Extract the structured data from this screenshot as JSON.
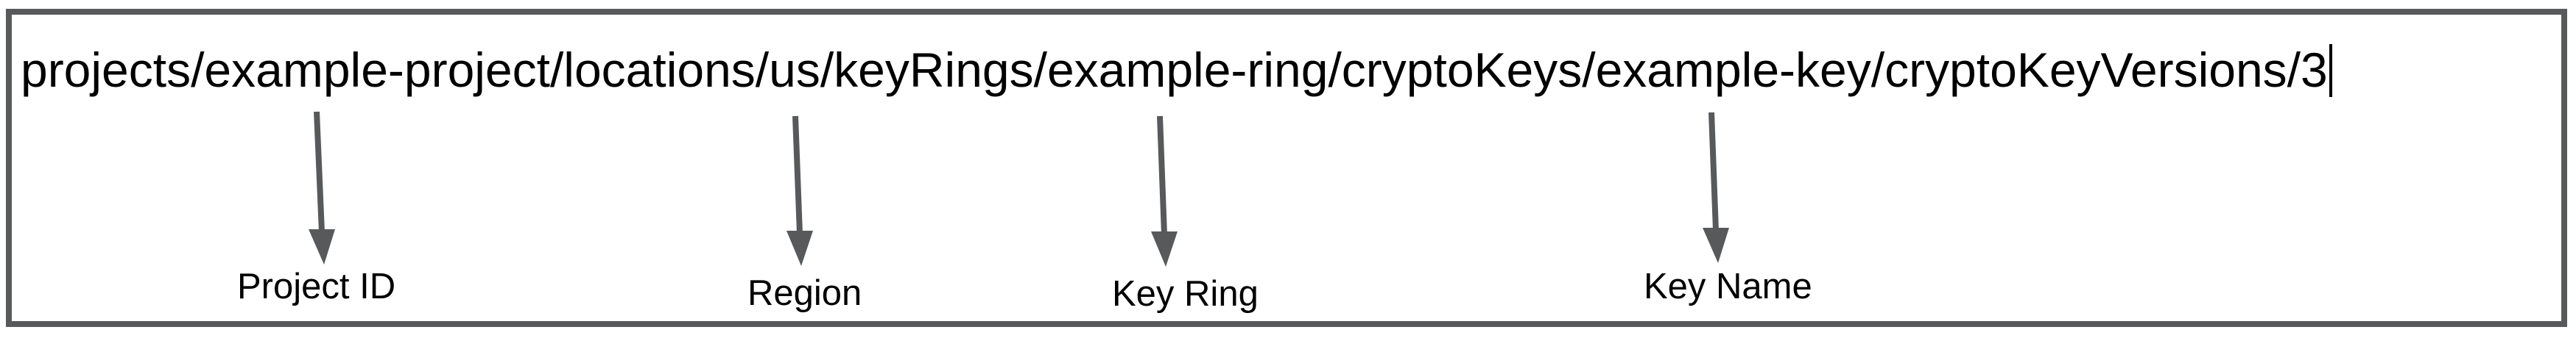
{
  "diagram": {
    "resource_path": "projects/example-project/locations/us/keyRings/example-ring/cryptoKeys/example-key/cryptoKeyVersions/3",
    "annotations": [
      {
        "label": "Project ID",
        "segment": "example-project"
      },
      {
        "label": "Region",
        "segment": "us"
      },
      {
        "label": "Key Ring",
        "segment": "example-ring"
      },
      {
        "label": "Key Name",
        "segment": "example-key"
      }
    ],
    "colors": {
      "arrow": "#58595b",
      "border": "#58595b",
      "text": "#000000",
      "background": "#ffffff"
    }
  }
}
